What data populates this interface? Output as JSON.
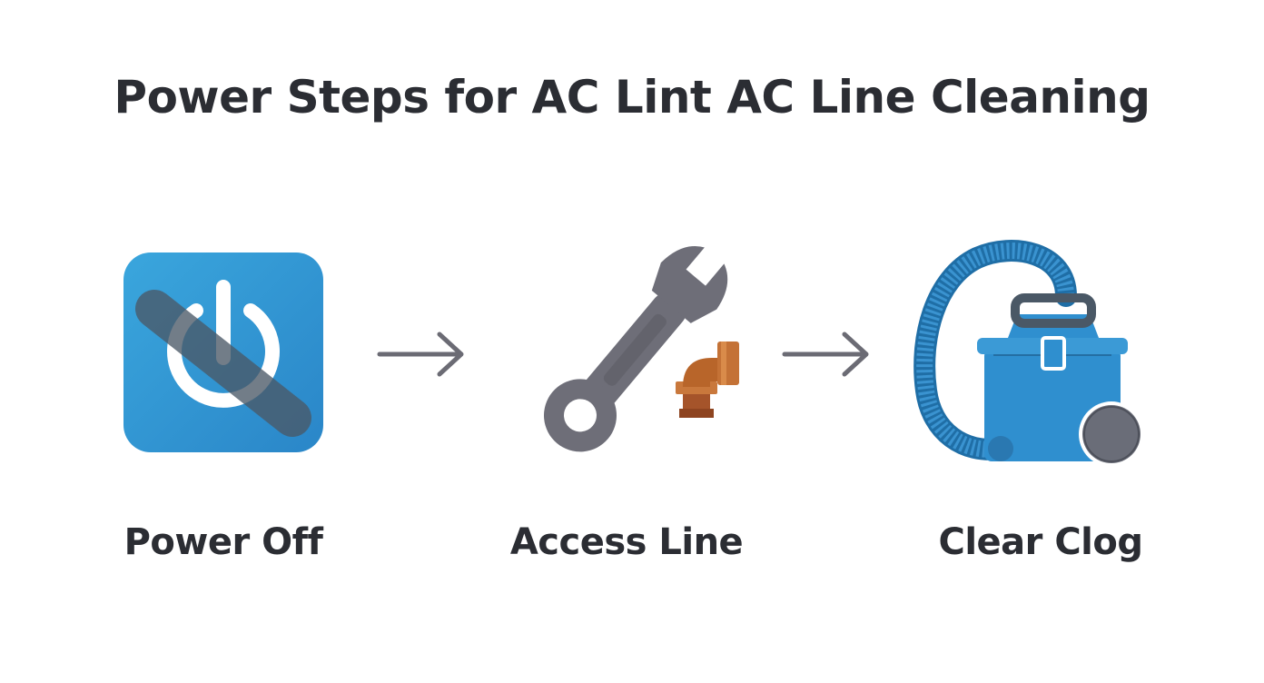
{
  "title": "Power Steps for AC Lint AC Line Cleaning",
  "steps": [
    {
      "label": "Power Off",
      "icon": "power-off-icon"
    },
    {
      "label": "Access Line",
      "icon": "wrench-icon"
    },
    {
      "label": "Clear Clog",
      "icon": "vacuum-icon"
    }
  ],
  "connectors": [
    "arrow-right-icon",
    "arrow-right-icon"
  ],
  "colors": {
    "text": "#2b2d33",
    "blue": "#2f95d3",
    "gray": "#6b6b74",
    "copper": "#b8652a"
  }
}
